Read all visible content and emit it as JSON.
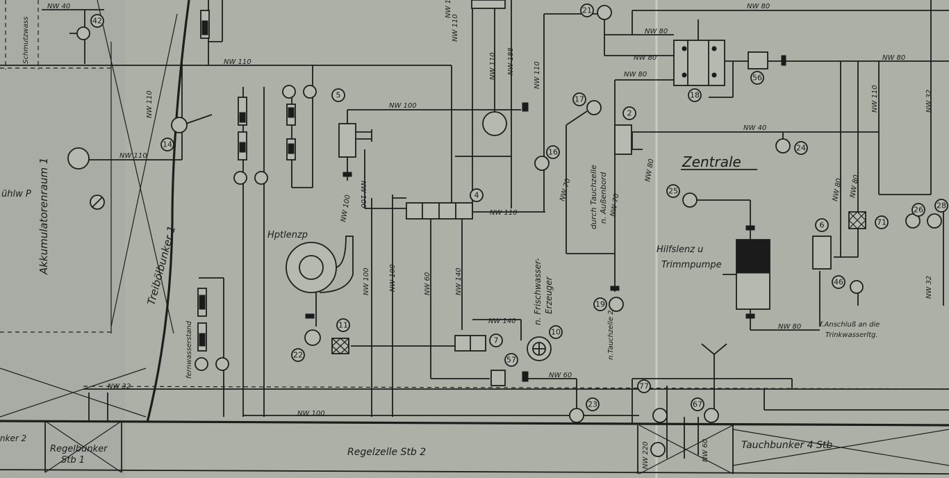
{
  "rooms": {
    "akkumulatorenraum": "Akkumulatorenraum 1",
    "treiboelbunker": "Treibölbunker 1",
    "zentrale": "Zentrale",
    "kuehlwp": "ühlw P",
    "schmutzwasser": "Schmutzwass",
    "fernwasserstand": "fernwasserstand",
    "regelbunker_a": "Regelbunker",
    "regelbunker_b": "Stb 1",
    "regelzelle": "Regelzelle  Stb 2",
    "tauchbunker": "Tauchbunker  4  Stb",
    "bunker2": "nker 2"
  },
  "equipment": {
    "hptlenzp": "Hptlenzp",
    "hilfslenz_a": "Hilfslenz u",
    "hilfslenz_b": "Trimmpumpe",
    "frischwasser_a": "n. Frischwasser-",
    "frischwasser_b": "Erzeuger",
    "tauchzelle_a": "durch Tauchzelle",
    "tauchzelle_b": "n. Außenbord",
    "tauchzelle2": "n.Tauchzelle 2",
    "anschluss_a": "f.Anschluß  an die",
    "anschluss_b": "Trinkwasserltg."
  },
  "pipes": {
    "nw40_a": "NW 40",
    "nw110_a": "NW 110",
    "nw110_b": "NW 110",
    "nw110_v1": "NW 110",
    "nw110_v2": "NW 110",
    "nw100_v1": "NW 100",
    "nw110_v3": "NW 110",
    "nw188": "NW 188",
    "nw110_v4": "NW 110",
    "nw100_a": "NW 100",
    "nw100_v2": "NW 100",
    "nw110_c": "NW 110",
    "nw70_a": "NW 70",
    "nw70_b": "NW 70",
    "nw80_a": "NW 80",
    "nw80_b": "NW 80",
    "nw80_c": "NW 80",
    "nw80_d": "NW 80",
    "nw80_e": "NW 80",
    "nw80_f": "NW 80",
    "nw80_v1": "NW 80",
    "nw80_v2": "NW 80",
    "nw80_v3": "NW 80",
    "nw110_v5": "NW 110",
    "nw32_v": "NW 32",
    "nw32_v2": "NW 32",
    "nw40_b": "NW 40",
    "nw100_v3": "NW 100",
    "nw100_v4": "NW 100",
    "nw60_v": "NW 60",
    "nw140_v": "NW 140",
    "nw140_h": "NW 140",
    "nw60_h": "NW 60",
    "nw32_h": "NW 32",
    "nw100_h": "NW 100",
    "nw220": "NW 220",
    "nw60_v2": "NW 60"
  },
  "markers": [
    "42",
    "14",
    "5",
    "4",
    "17",
    "16",
    "18",
    "56",
    "21",
    "2",
    "24",
    "25",
    "6",
    "71",
    "46",
    "26",
    "28",
    "22",
    "11",
    "7",
    "10",
    "57",
    "23",
    "77",
    "67",
    "19"
  ]
}
